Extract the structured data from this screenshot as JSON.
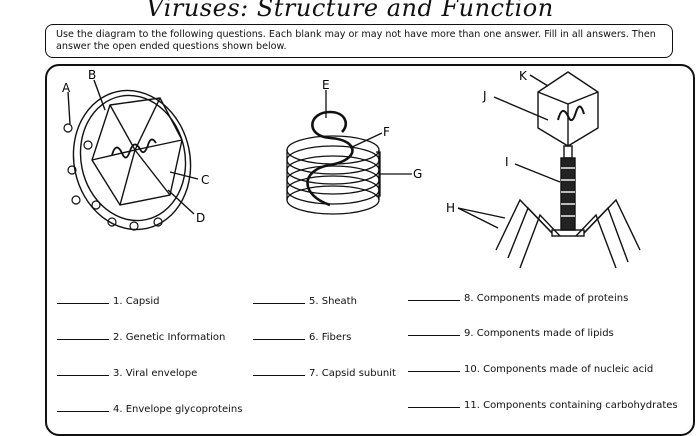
{
  "title": "Viruses: Structure and Function",
  "instructions": "Use the diagram to the following questions.  Each blank may or may not have more than one answer.  Fill in all answers.  Then answer the open ended questions shown below.",
  "diagram_labels": {
    "A": "A",
    "B": "B",
    "C": "C",
    "D": "D",
    "E": "E",
    "F": "F",
    "G": "G",
    "H": "H",
    "I": "I",
    "J": "J",
    "K": "K"
  },
  "questions": {
    "q1": "1. Capsid",
    "q2": "2. Genetic Information",
    "q3": "3. Viral envelope",
    "q4": "4. Envelope glycoproteins",
    "q5": "5. Sheath",
    "q6": "6. Fibers",
    "q7": "7. Capsid subunit",
    "q8": "8. Components made of proteins",
    "q9": "9. Components made of lipids",
    "q10": "10. Components made of nucleic acid",
    "q11": "11. Components containing carbohydrates"
  }
}
